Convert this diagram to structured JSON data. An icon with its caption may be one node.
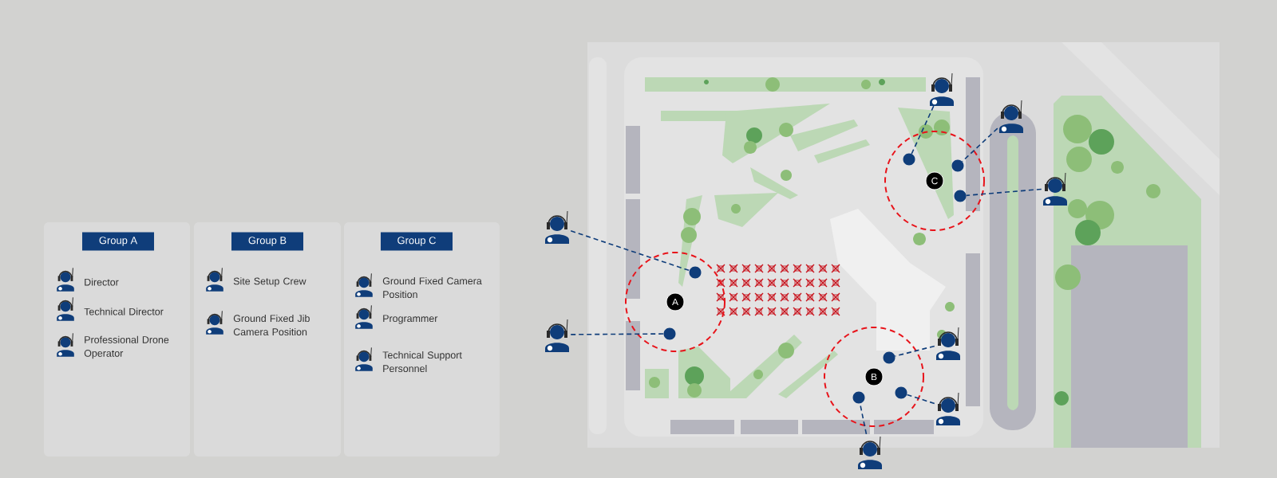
{
  "diagram": {
    "nodes": [
      {
        "text": [
          "Group A"
        ]
      },
      {
        "text": [
          "Group B"
        ]
      },
      {
        "text": [
          "Group C"
        ]
      },
      {
        "text": [],
        "shape": "person"
      },
      {
        "text": [],
        "shape": "person"
      },
      {
        "text": [],
        "shape": "circle"
      },
      {
        "text": [],
        "shape": "circle"
      },
      {
        "text": [
          "C"
        ]
      },
      {
        "text": [],
        "shape": "circle"
      },
      {
        "text": [],
        "shape": "person"
      },
      {
        "text": [],
        "shape": "person"
      },
      {
        "text": [],
        "shape": "circle"
      },
      {
        "text": [
          "A"
        ]
      },
      {
        "text": [],
        "shape": "person"
      },
      {
        "text": [],
        "shape": "circle"
      },
      {
        "text": [],
        "shape": "person"
      },
      {
        "text": [],
        "shape": "circle"
      },
      {
        "text": [
          "B"
        ]
      },
      {
        "text": [],
        "shape": "circle"
      },
      {
        "text": [],
        "shape": "circle"
      },
      {
        "text": [],
        "shape": "person"
      },
      {
        "text": [],
        "shape": "person"
      }
    ],
    "edges": [
      {
        "from": 3,
        "to": 5,
        "arrow": "none",
        "style": "dashed"
      },
      {
        "from": 4,
        "to": 6,
        "arrow": "none",
        "style": "dashed"
      },
      {
        "from": 9,
        "to": 8,
        "arrow": "none",
        "style": "dashed"
      },
      {
        "from": 10,
        "to": 11,
        "arrow": "none",
        "style": "dashed"
      },
      {
        "from": 13,
        "to": 14,
        "arrow": "none",
        "style": "dashed"
      },
      {
        "from": 15,
        "to": 16,
        "arrow": "none",
        "style": "dashed"
      },
      {
        "from": 20,
        "to": 18,
        "arrow": "none",
        "style": "dashed"
      },
      {
        "from": 21,
        "to": 19,
        "arrow": "none",
        "style": "dashed"
      }
    ],
    "labels": [
      "Director",
      "Technical Director",
      "Professional Drone Operator",
      "Site Setup Crew",
      "Ground Fixed Jib Camera Position",
      "Ground Fixed Camera Position",
      "Programmer",
      "Technical Support Personnel"
    ]
  }
}
